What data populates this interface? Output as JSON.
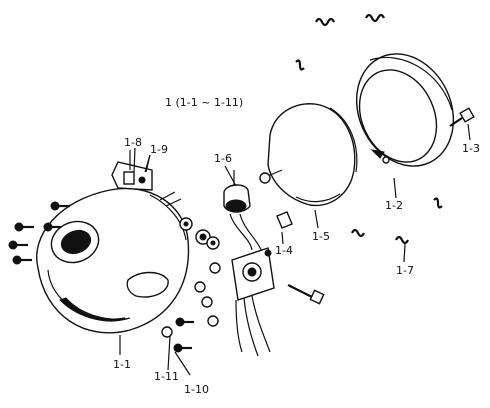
{
  "assembly_caption": "1 (1-1 ~ 1-11)",
  "labels": {
    "p1_1": "1-1",
    "p1_2": "1-2",
    "p1_3": "1-3",
    "p1_4": "1-4",
    "p1_5": "1-5",
    "p1_6": "1-6",
    "p1_7": "1-7",
    "p1_8": "1-8",
    "p1_9": "1-9",
    "p1_10": "1-10",
    "p1_11": "1-11"
  }
}
